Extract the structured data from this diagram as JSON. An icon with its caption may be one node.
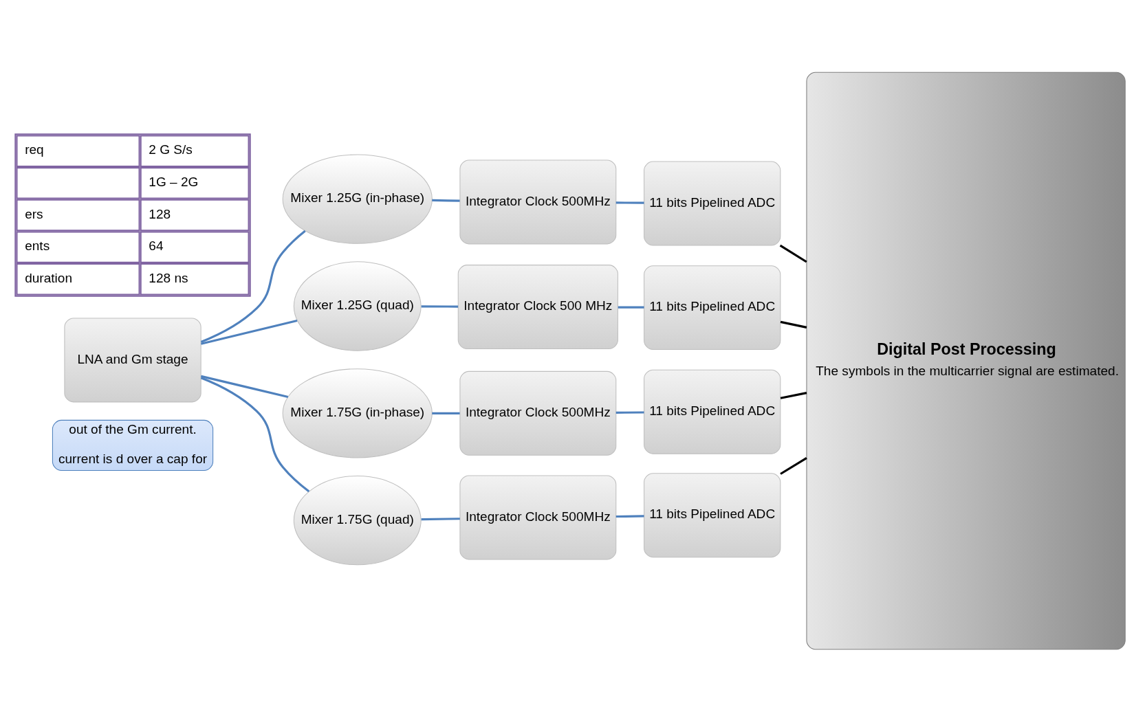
{
  "diagram": {
    "nodes": [
      {
        "text": [
          "LNA and Gm stage"
        ]
      },
      {
        "text": [
          "Mixer 1.25G (in-phase)"
        ]
      },
      {
        "text": [
          "Mixer 1.25G (quad)"
        ]
      },
      {
        "text": [
          "Mixer 1.75G (in-phase)"
        ]
      },
      {
        "text": [
          "Mixer 1.75G (quad)"
        ]
      },
      {
        "text": [
          "Integrator Clock 500MHz"
        ]
      },
      {
        "text": [
          "Integrator Clock 500 MHz"
        ]
      },
      {
        "text": [
          "Integrator Clock 500MHz"
        ]
      },
      {
        "text": [
          "Integrator Clock 500MHz"
        ]
      },
      {
        "text": [
          "11 bits Pipelined ADC"
        ]
      },
      {
        "text": [
          "11 bits Pipelined ADC"
        ]
      },
      {
        "text": [
          "11 bits Pipelined ADC"
        ]
      },
      {
        "text": [
          "11 bits Pipelined ADC"
        ]
      },
      {
        "text": [
          "Digital Post Processing",
          "The symbols in the multicarrier signal are estimated."
        ]
      },
      {
        "text": [
          "out of the Gm current.",
          "current is d over a cap for"
        ]
      }
    ],
    "edges": [
      {
        "from": 0,
        "to": 1,
        "arrow": "none"
      },
      {
        "from": 0,
        "to": 2,
        "arrow": "none"
      },
      {
        "from": 0,
        "to": 3,
        "arrow": "none"
      },
      {
        "from": 0,
        "to": 4,
        "arrow": "none"
      },
      {
        "from": 1,
        "to": 5,
        "arrow": "none"
      },
      {
        "from": 2,
        "to": 6,
        "arrow": "none"
      },
      {
        "from": 3,
        "to": 7,
        "arrow": "none"
      },
      {
        "from": 4,
        "to": 8,
        "arrow": "none"
      },
      {
        "from": 5,
        "to": 9,
        "arrow": "none"
      },
      {
        "from": 6,
        "to": 10,
        "arrow": "none"
      },
      {
        "from": 7,
        "to": 11,
        "arrow": "none"
      },
      {
        "from": 8,
        "to": 12,
        "arrow": "none"
      },
      {
        "from": 9,
        "to": 13,
        "arrow": "none",
        "color": "#000000"
      },
      {
        "from": 10,
        "to": 13,
        "arrow": "none",
        "color": "#000000"
      },
      {
        "from": 11,
        "to": 13,
        "arrow": "none",
        "color": "#000000"
      },
      {
        "from": 12,
        "to": 13,
        "arrow": "none",
        "color": "#000000"
      }
    ],
    "labels": [
      "req",
      "2 G S/s",
      "1G – 2G",
      "ers",
      "128",
      "ents",
      "64",
      "duration",
      "128 ns"
    ]
  }
}
